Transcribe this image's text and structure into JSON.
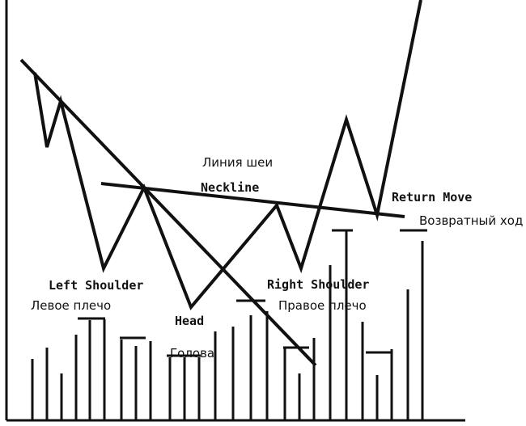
{
  "labels": {
    "neckline_ru": "Линия шеи",
    "neckline_en": "Neckline",
    "return_move_en": "Return Move",
    "return_move_ru": "Возвратный ход",
    "left_shoulder_en": "Left Shoulder",
    "left_shoulder_ru": "Левое плечо",
    "head_en": "Head",
    "head_ru": "Голова",
    "right_shoulder_en": "Right Shoulder",
    "right_shoulder_ru": "Правое плечо"
  },
  "colors": {
    "ink": "#111111",
    "background": "#ffffff"
  }
}
